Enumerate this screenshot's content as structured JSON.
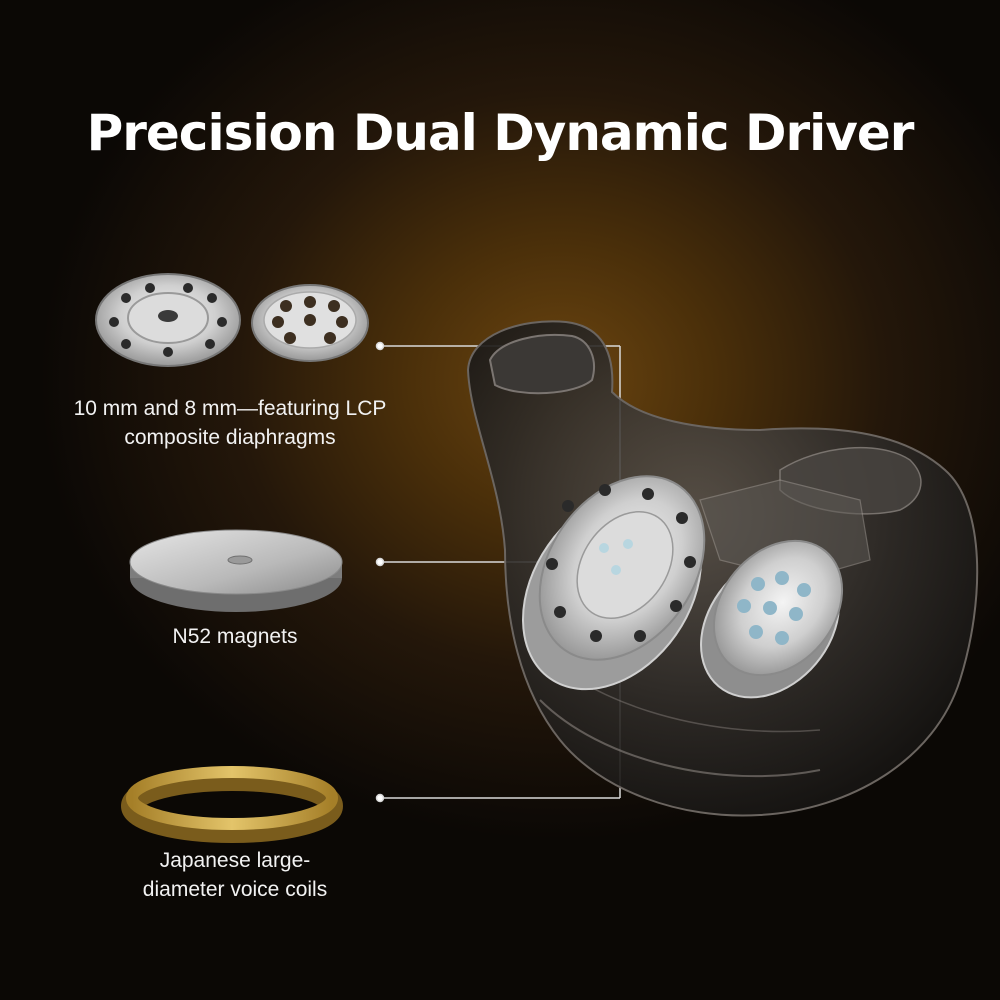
{
  "title": "Precision Dual Dynamic Driver",
  "features": {
    "diaphragms": {
      "line1": "10 mm and 8 mm—featuring LCP",
      "line2": "composite diaphragms",
      "icon": "diaphragm-discs"
    },
    "magnets": {
      "line1": "N52 magnets",
      "icon": "magnet-disc"
    },
    "voice_coils": {
      "line1": "Japanese large-",
      "line2": "diameter voice coils",
      "icon": "gold-voice-coil-ring"
    }
  },
  "product_image": "transparent-earbud-shell-with-dual-drivers",
  "colors": {
    "background_glow": "#6b4510",
    "background_edge": "#0b0805",
    "text": "#ffffff",
    "coil_gold": "#c9a33c",
    "leader_line": "#d9d9d9"
  }
}
